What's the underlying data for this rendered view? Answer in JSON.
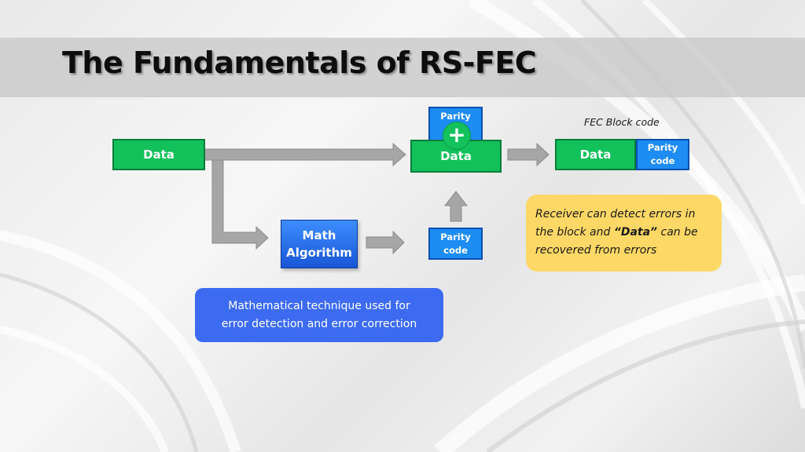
{
  "title": "The Fundamentals of RS-FEC",
  "colors": {
    "data_box": "#12c15a",
    "parity_box": "#1d8cf3",
    "math_box": "#1956d6",
    "arrow": "#a6a6a6",
    "note_yellow": "#fdd866",
    "note_blue": "#3c6bf2"
  },
  "diagram": {
    "input_data_label": "Data",
    "math_algorithm": {
      "line1": "Math",
      "line2": "Algorithm"
    },
    "parity_code_lower": {
      "line1": "Parity",
      "line2": "code"
    },
    "parity_top_label": "Parity",
    "combined_data_label": "Data",
    "plus_symbol": "+",
    "fec_block": {
      "caption": "FEC Block code",
      "data_label": "Data",
      "parity_line1": "Parity",
      "parity_line2": "code"
    }
  },
  "notes": {
    "receiver": {
      "line1": "Receiver can detect errors in",
      "line2_pre": "the block and ",
      "line2_bold": "“Data”",
      "line2_post": " can be",
      "line3": "recovered from errors"
    },
    "technique": {
      "line1": "Mathematical technique used for",
      "line2": "error detection and error correction"
    }
  }
}
